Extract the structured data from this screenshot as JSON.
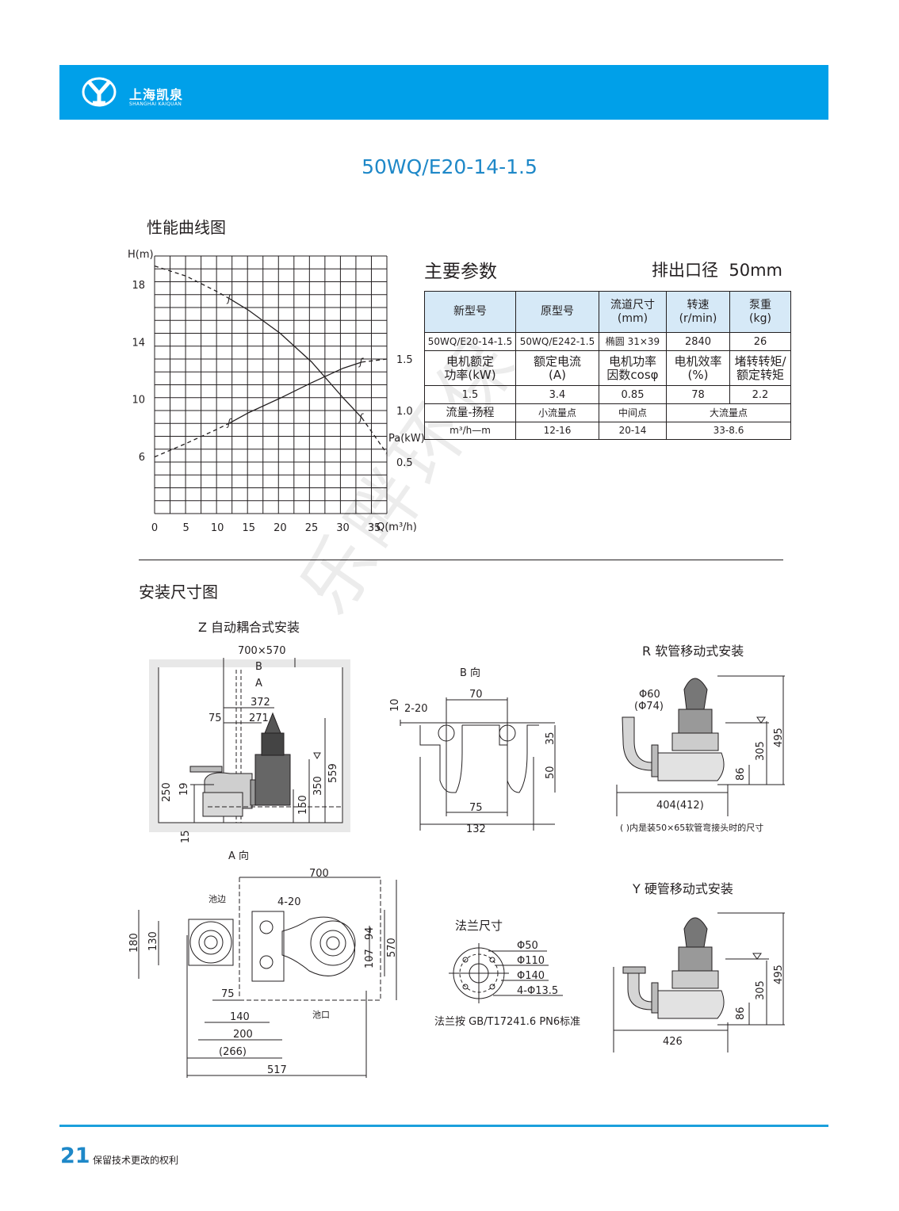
{
  "header": {
    "brand_cn": "上海凯泉",
    "brand_en": "SHANGHAI KAIQUAN",
    "color": "#00a0e9"
  },
  "model": "50WQ/E20-14-1.5",
  "perf_section": {
    "title": "性能曲线图",
    "h_axis_label": "H(m)",
    "p_axis_label": "Pa(kW)",
    "q_axis_label": "Q(m³/h)",
    "h_ticks": [
      "18",
      "14",
      "10",
      "6"
    ],
    "p_ticks": [
      "1.5",
      "1.0",
      "0.5"
    ],
    "q_ticks": [
      "0",
      "5",
      "10",
      "15",
      "20",
      "25",
      "30",
      "35"
    ]
  },
  "chart_data": {
    "type": "line",
    "xlabel": "Q(m³/h)",
    "ylabel": "H(m)",
    "y2label": "Pa(kW)",
    "xlim": [
      0,
      37
    ],
    "ylim": [
      2,
      20
    ],
    "y2lim": [
      0,
      2.5
    ],
    "series": [
      {
        "axis": "H",
        "x": [
          0,
          5,
          10,
          12,
          15,
          20,
          25,
          30,
          33,
          37
        ],
        "y": [
          19.3,
          18.6,
          17.5,
          17.0,
          16.2,
          14.6,
          12.6,
          10.1,
          8.7,
          6.2
        ]
      },
      {
        "axis": "Pa",
        "x": [
          0,
          5,
          10,
          12,
          15,
          20,
          25,
          30,
          33,
          37
        ],
        "y": [
          0.55,
          0.68,
          0.82,
          0.88,
          0.98,
          1.12,
          1.27,
          1.41,
          1.47,
          1.5
        ]
      }
    ],
    "operating_range": [
      12,
      33
    ]
  },
  "specs": {
    "title": "主要参数",
    "outlet_label": "排出口径",
    "outlet_value": "50mm",
    "header": [
      "新型号",
      "原型号",
      "流道尺寸",
      "转速",
      "泵重"
    ],
    "header_units": [
      "",
      "",
      "(mm)",
      "(r/min)",
      "(kg)"
    ],
    "row1": [
      "50WQ/E20-14-1.5",
      "50WQ/E242-1.5",
      "椭圆 31×39",
      "2840",
      "26"
    ],
    "motor_labels": [
      [
        "电机额定",
        "功率(kW)"
      ],
      [
        "额定电流",
        "(A)"
      ],
      [
        "电机功率",
        "因数cosφ"
      ],
      [
        "电机效率",
        "(%)"
      ],
      [
        "堵转转矩/",
        "额定转矩"
      ]
    ],
    "motor_values": [
      "1.5",
      "3.4",
      "0.85",
      "78",
      "2.2"
    ],
    "flow_row": [
      "流量-扬程",
      "小流量点",
      "中间点",
      "大流量点"
    ],
    "flow_values": [
      "m³/h—m",
      "12-16",
      "20-14",
      "33-8.6"
    ]
  },
  "install": {
    "title": "安装尺寸图",
    "z_label": "Z  自动耦合式安装",
    "r_label": "R  软管移动式安装",
    "y_label": "Y  硬管移动式安装",
    "b_view": "B  向",
    "a_view": "A 向",
    "flange_title": "法兰尺寸",
    "flange_note": "法兰按 GB/T17241.6 PN6标准",
    "r_note": "(   )内是装50×65软管弯接头时的尺寸",
    "z_dims": [
      "700×570",
      "B",
      "A",
      "372",
      "271",
      "75",
      "250",
      "19",
      "350",
      "559",
      "150",
      "15"
    ],
    "b_dims": [
      "70",
      "2-20",
      "10",
      "35",
      "50",
      "75",
      "132"
    ],
    "r_dims": [
      "Φ60",
      "(Φ74)",
      "305",
      "495",
      "86",
      "404(412)"
    ],
    "a_dims": [
      "700",
      "池边",
      "4-20",
      "180",
      "130",
      "107",
      "94",
      "570",
      "75",
      "140",
      "200",
      "(266)",
      "517",
      "池口"
    ],
    "flange_dims": [
      "Φ50",
      "Φ110",
      "Φ140",
      "4-Φ13.5"
    ],
    "y_dims": [
      "305",
      "495",
      "86",
      "426"
    ]
  },
  "watermark": "乐畔环保",
  "footer": {
    "page": "21",
    "note": "保留技术更改的权利"
  }
}
